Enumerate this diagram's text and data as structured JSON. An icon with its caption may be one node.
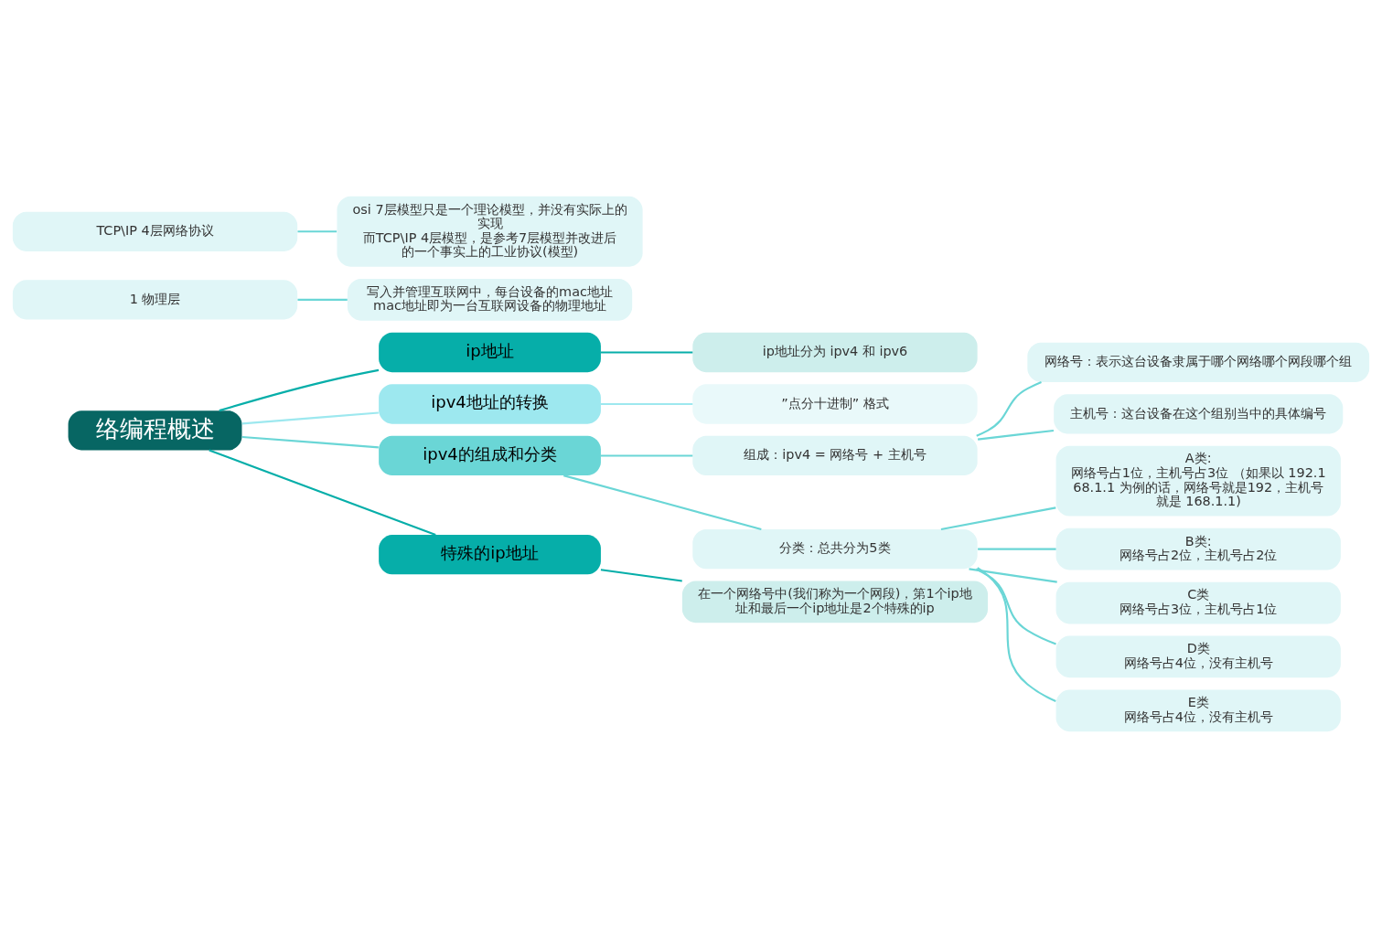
{
  "diagram": {
    "nodes": [
      {
        "text": [
          "络编程概述"
        ]
      },
      {
        "text": [
          "1 物理层"
        ]
      },
      {
        "text": [
          "写入并管理互联网中，每台设备的mac地址",
          "mac地址即为一台互联网设备的物理地址"
        ]
      },
      {
        "text": [
          "TCP\\IP 4层网络协议"
        ]
      },
      {
        "text": [
          "osi 7层模型只是一个理论模型，并没有实际上的实现",
          "而TCP\\IP 4层模型，是参考7层模型并改进后的一个事实上的工业协议(模型)"
        ]
      },
      {
        "text": [
          "ip地址"
        ]
      },
      {
        "text": [
          "ip地址分为 ipv4 和 ipv6"
        ]
      },
      {
        "text": [
          "ipv4地址的转换"
        ]
      },
      {
        "text": [
          "”点分十进制” 格式"
        ]
      },
      {
        "text": [
          "ipv4的组成和分类"
        ]
      },
      {
        "text": [
          "组成：ipv4 = 网络号 + 主机号"
        ]
      },
      {
        "text": [
          "网络号：表示这台设备隶属于哪个网络哪个网段哪个组"
        ]
      },
      {
        "text": [
          "主机号：这台设备在这个组别当中的具体编号"
        ]
      },
      {
        "text": [
          "分类：总共分为5类"
        ]
      },
      {
        "text": [
          "A类:",
          "网络号占1位，主机号占3位 （如果以 192.168.1.1 为例的话，网络号就是192，主机号就是 168.1.1)"
        ]
      },
      {
        "text": [
          "B类:",
          "网络号占2位，主机号占2位"
        ]
      },
      {
        "text": [
          "C类",
          "网络号占3位，主机号占1位"
        ]
      },
      {
        "text": [
          "D类",
          "网络号占4位，没有主机号"
        ]
      },
      {
        "text": [
          "E类",
          "网络号占4位，没有主机号"
        ]
      },
      {
        "text": [
          "特殊的ip地址"
        ]
      },
      {
        "text": [
          "在一个网络号中(我们称为一个网段)，第1个ip地址和最后一个ip地址是2个特殊的ip"
        ]
      }
    ],
    "edges": [
      {
        "from": 1,
        "to": 2,
        "arrow": "none"
      },
      {
        "from": 3,
        "to": 4,
        "arrow": "none"
      },
      {
        "from": 0,
        "to": 5,
        "arrow": "none",
        "color": "#06aea9"
      },
      {
        "from": 5,
        "to": 6,
        "arrow": "none",
        "color": "#06aea9"
      },
      {
        "from": 0,
        "to": 7,
        "arrow": "none",
        "color": "#9de8ef"
      },
      {
        "from": 7,
        "to": 8,
        "arrow": "none",
        "color": "#9de8ef"
      },
      {
        "from": 0,
        "to": 9,
        "arrow": "none"
      },
      {
        "from": 9,
        "to": 10,
        "arrow": "none"
      },
      {
        "from": 10,
        "to": 11,
        "arrow": "none"
      },
      {
        "from": 10,
        "to": 12,
        "arrow": "none"
      },
      {
        "from": 9,
        "to": 13,
        "arrow": "none"
      },
      {
        "from": 13,
        "to": 14,
        "arrow": "none"
      },
      {
        "from": 13,
        "to": 15,
        "arrow": "none"
      },
      {
        "from": 13,
        "to": 16,
        "arrow": "none"
      },
      {
        "from": 13,
        "to": 17,
        "arrow": "none"
      },
      {
        "from": 13,
        "to": 18,
        "arrow": "none"
      },
      {
        "from": 0,
        "to": 19,
        "arrow": "none",
        "color": "#06aea9"
      },
      {
        "from": 19,
        "to": 20,
        "arrow": "none",
        "color": "#06aea9"
      }
    ]
  }
}
